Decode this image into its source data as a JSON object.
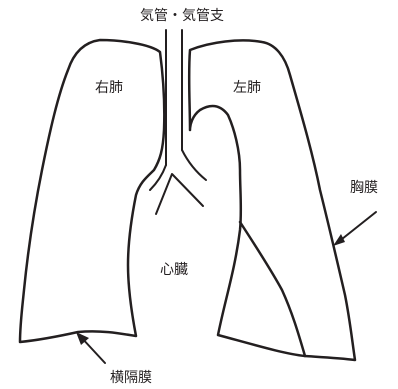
{
  "labels": {
    "trachea_bronchi": "気管・気管支",
    "right_lung": "右肺",
    "left_lung": "左肺",
    "pleura": "胸膜",
    "heart": "心臓",
    "diaphragm": "横隔膜"
  },
  "colors": {
    "stroke": "#231f20",
    "background": "#ffffff"
  }
}
